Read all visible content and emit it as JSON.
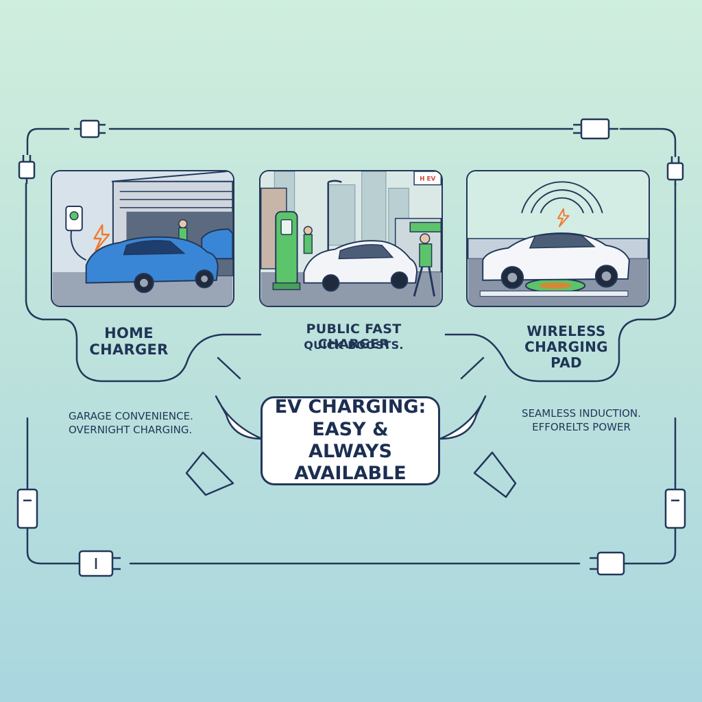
{
  "panels": [
    {
      "id": "home",
      "title_line1": "HOME",
      "title_line2": "CHARGER"
    },
    {
      "id": "public",
      "title": "PUBLIC FAST CHARGER",
      "subtitle": "QUICK BOOSTS.",
      "sign_text": "H EV"
    },
    {
      "id": "wireless",
      "title_line1": "WIRELESS",
      "title_line2": "CHARGING",
      "title_line3": "PAD"
    }
  ],
  "descriptions": {
    "left_line1": "GARAGE CONVENIENCE.",
    "left_line2": "OVERNIGHT CHARGING.",
    "right_line1": "SEAMLESS INDUCTION.",
    "right_line2": "EFFORELTS POWER"
  },
  "center": {
    "line1": "EV CHARGING:",
    "line2": "EASY & ALWAYS",
    "line3": "AVAILABLE"
  },
  "icons": [
    "plug-icon",
    "lightning-bolt-icon",
    "wireless-signal-icon",
    "ev-charger-icon"
  ],
  "colors": {
    "outline": "#22375a",
    "bolt": "#f07a2a",
    "car_blue": "#3a86d6",
    "charger_green": "#5cc46a",
    "bg_top": "#cfeedd",
    "bg_bottom": "#a9d6df"
  }
}
